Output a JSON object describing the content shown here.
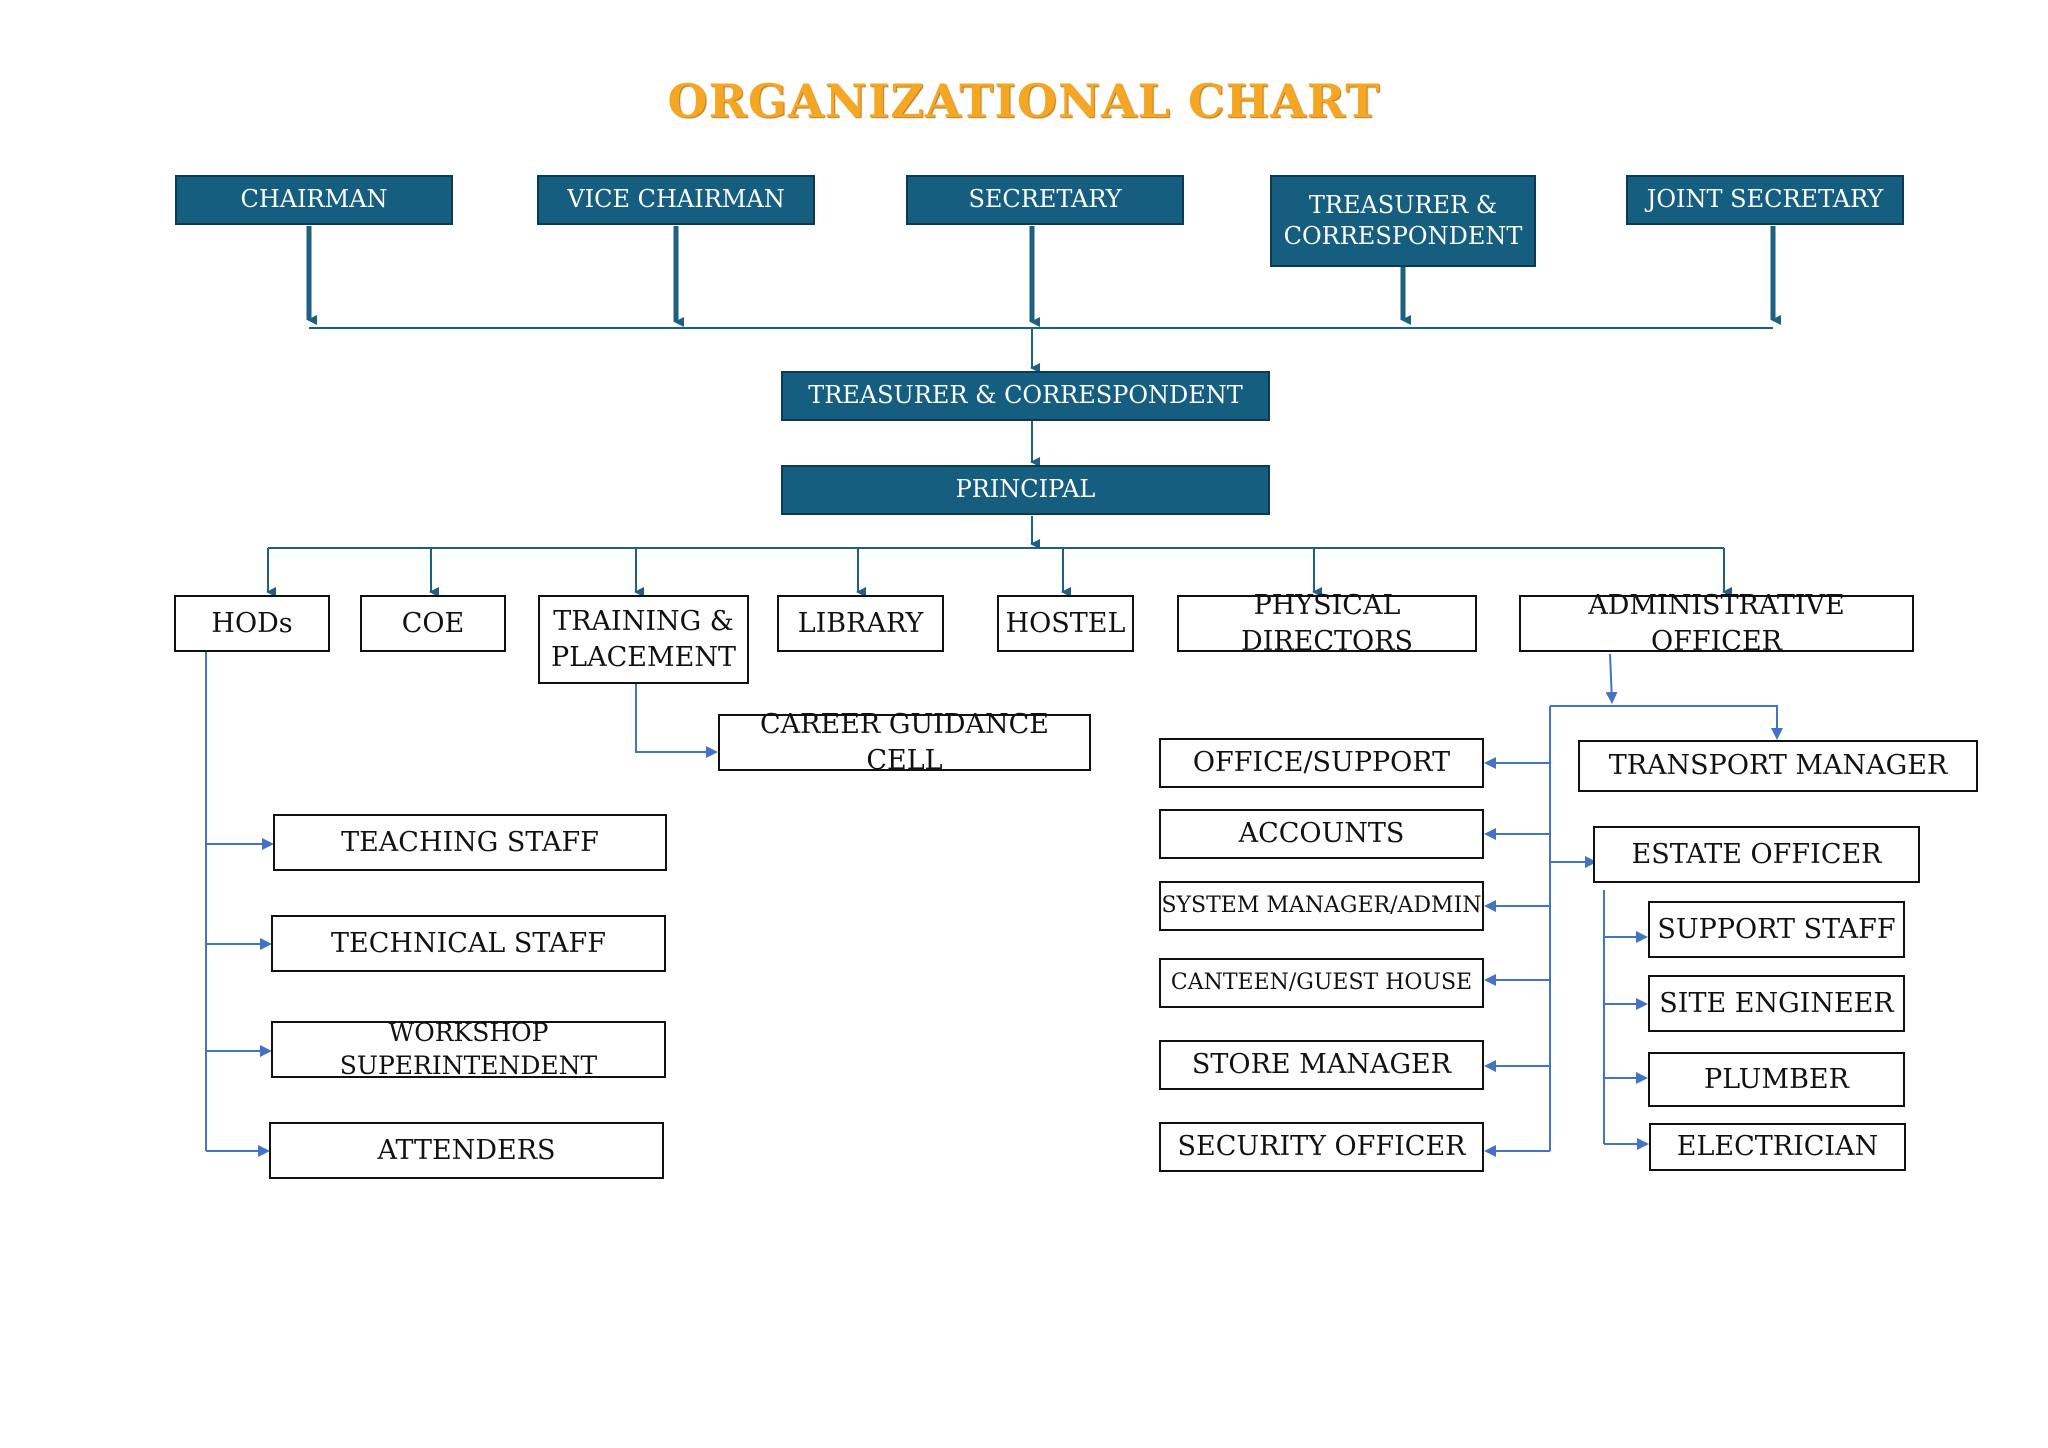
{
  "title": "ORGANIZATIONAL CHART",
  "colors": {
    "title": "#f5a623",
    "dark_box": "#155e80",
    "line_dark": "#1f5f82",
    "line_light": "#4472c4"
  },
  "board": {
    "chairman": "CHAIRMAN",
    "vice_chairman": "VICE CHAIRMAN",
    "secretary": "SECRETARY",
    "treasurer": "TREASURER & CORRESPONDENT",
    "joint_secretary": "JOINT SECRETARY"
  },
  "treasurer_correspondent": "TREASURER & CORRESPONDENT",
  "principal": "PRINCIPAL",
  "departments": {
    "hods": "HODs",
    "coe": "COE",
    "training_placement": "TRAINING & PLACEMENT",
    "library": "LIBRARY",
    "hostel": "HOSTEL",
    "physical_directors": "PHYSICAL DIRECTORS",
    "administrative_officer": "ADMINISTRATIVE OFFICER"
  },
  "career_guidance_cell": "CAREER GUIDANCE CELL",
  "hod_staff": {
    "teaching_staff": "TEACHING STAFF",
    "technical_staff": "TECHNICAL STAFF",
    "workshop_superintendent": "WORKSHOP SUPERINTENDENT",
    "attenders": "ATTENDERS"
  },
  "admin_units": {
    "office_support": "OFFICE/SUPPORT",
    "accounts": "ACCOUNTS",
    "system_manager": "SYSTEM MANAGER/ADMIN",
    "canteen": "CANTEEN/GUEST HOUSE",
    "store_manager": "STORE MANAGER",
    "security_officer": "SECURITY OFFICER",
    "transport_manager": "TRANSPORT MANAGER",
    "estate_officer": "ESTATE OFFICER"
  },
  "estate_staff": {
    "support_staff": "SUPPORT STAFF",
    "site_engineer": "SITE ENGINEER",
    "plumber": "PLUMBER",
    "electrician": "ELECTRICIAN"
  }
}
